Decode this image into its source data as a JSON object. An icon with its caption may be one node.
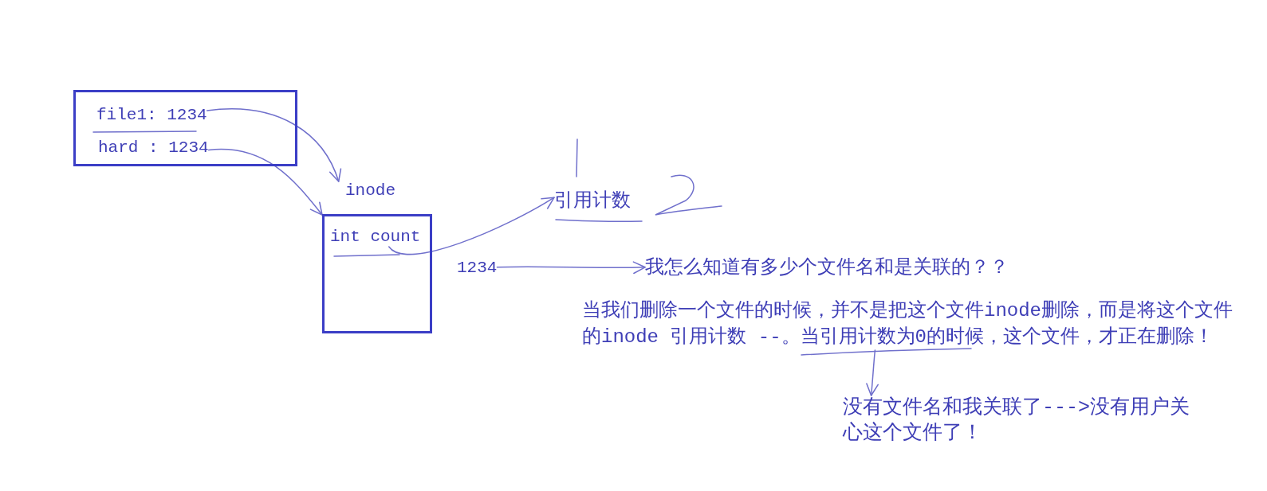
{
  "diagram": {
    "nodes": [
      {
        "text": [],
        "shape": "box"
      },
      {
        "text": [
          "file1: 1234"
        ],
        "in": 0
      },
      {
        "text": [
          "hard : 1234"
        ],
        "in": 0
      },
      {
        "text": [
          "inode"
        ]
      },
      {
        "text": [
          "int count"
        ],
        "in": 3
      },
      {
        "text": [
          "引用计数"
        ]
      },
      {
        "text": [
          "1234"
        ]
      },
      {
        "text": [
          "我怎么知道有多少个文件名和是关联的？？"
        ]
      },
      {
        "text": [
          "当我们删除一个文件的时候，并不是把这个文件inode删除，而是将这个文件的inode 引用计数 --。当引用计数为0的时候，这个文件，才正在删除！"
        ]
      },
      {
        "text": [
          "没有文件名和我关联了--->没有用户关心这个文件了！"
        ]
      }
    ],
    "edges": [
      {
        "from": 1,
        "to": 3,
        "arrow": "to"
      },
      {
        "from": 2,
        "to": 3,
        "arrow": "to"
      },
      {
        "from": 4,
        "to": 5,
        "arrow": "to"
      },
      {
        "from": 6,
        "to": 7,
        "arrow": "to"
      },
      {
        "from": 8,
        "to": 9,
        "arrow": "to"
      }
    ]
  }
}
